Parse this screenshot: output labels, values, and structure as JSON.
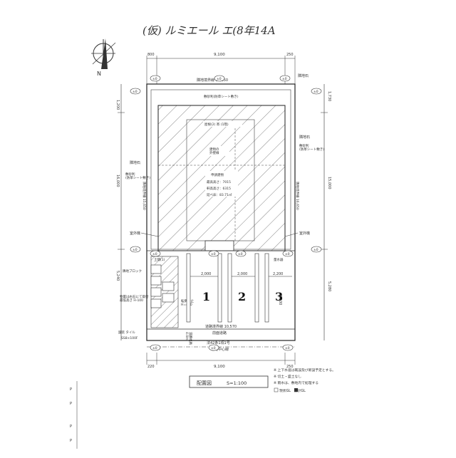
{
  "handwritten_title": "(仮) ルミエール エ(8年14A",
  "north_label": "N",
  "dims": {
    "top_left": "800",
    "top_mid": "9,100",
    "top_right": "250",
    "bottom_left": "220",
    "bottom_mid": "9,100",
    "bottom_right": "250",
    "right_total": "15,000",
    "left_total": "16,000",
    "left_front": "5,240",
    "right_front": "5,280",
    "right_top": "1,730",
    "left_top": "1,200"
  },
  "labels": {
    "rear_boundary": "隣地境界線 10,650",
    "gravel_top": "敷砂利(防草シート敷き)",
    "gravel_left": "敷砂利\n(防草シート敷き)",
    "gravel_right": "敷砂利\n(防草シート敷き)",
    "neighbor_stone_tr": "隣地石",
    "neighbor_stone_r": "隣地石",
    "neighbor_stone_l": "隣地石",
    "outdoor_unit_l": "室外機",
    "outdoor_unit_r": "室外機",
    "building_top": "屋根(2) 寄 (1階)",
    "building_mid": "建物の\n外壁線",
    "building_info1": "申請建物",
    "building_info2": "最高高さ：7015",
    "building_info3": "軒高高さ：6315",
    "building_info4": "延べ床：83.71㎡",
    "left_boundary_v": "隣地境界線 15,650",
    "right_boundary_v": "隣地境界線 16,650",
    "sub_left": "土間(1)",
    "neighbor_block": "隣地ブロック",
    "note_lot": "物置は右石にて取付\n最低高さ H-100",
    "road_tape": "舗装 タイル",
    "sqft": "SS8×100F",
    "road_boundary": "道路境界線 10,570",
    "road_name": "前面道路",
    "road_subname": "法42条1項1号",
    "road_center": "道路中心線",
    "road_width": "道路幅員\n4.0m",
    "meter": "量水器",
    "item_front": "転倒防止\nH=450",
    "diagram_title": "配置図",
    "scale": "S=1:100",
    "legend_gl": "現状GL　設計GL"
  },
  "parking": {
    "spaces": [
      "1",
      "2",
      "3"
    ],
    "dim_each": [
      "2,000",
      "2,000",
      "2,200"
    ],
    "depth": "5,500"
  },
  "markers": [
    "±0",
    "±0",
    "±0",
    "±0",
    "±0",
    "±0",
    "±0",
    "±0",
    "±0",
    "±0",
    "±0",
    "±0",
    "±0",
    "±0"
  ],
  "notes": [
    "※ 上下水道は既設及び新設予定とする。",
    "※ 切土・盛土なし",
    "※ 雨水は、敷地内で処理する"
  ],
  "side_labels": [
    "P",
    "P",
    "P",
    "P"
  ]
}
